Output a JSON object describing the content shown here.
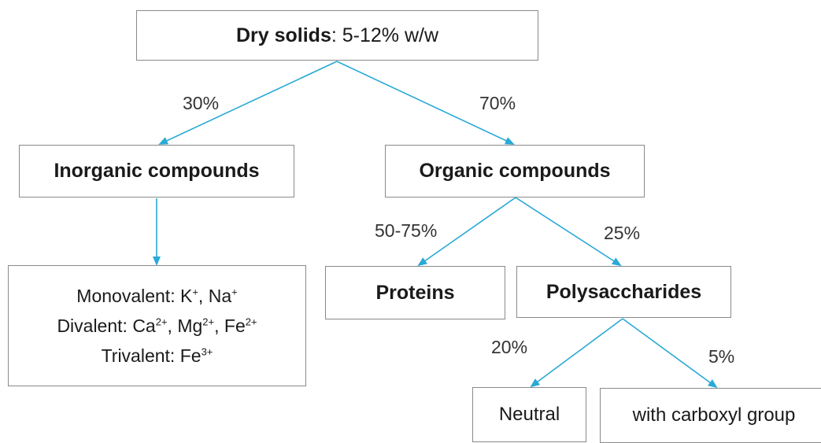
{
  "root": {
    "title_bold": "Dry solids",
    "title_rest": ": 5-12% w/w"
  },
  "inorganic": {
    "label": "Inorganic compounds",
    "share": "30%"
  },
  "organic": {
    "label": "Organic compounds",
    "share": "70%"
  },
  "ions": {
    "monovalent": {
      "label": "Monovalent: ",
      "k": "K",
      "k_ch": "+",
      "sep": ", ",
      "na": "Na",
      "na_ch": "+"
    },
    "divalent": {
      "label": "Divalent: ",
      "ca": "Ca",
      "ca_ch": "2+",
      "sep1": ", ",
      "mg": "Mg",
      "mg_ch": "2+",
      "sep2": ", ",
      "fe": "Fe",
      "fe_ch": "2+"
    },
    "trivalent": {
      "label": "Trivalent: ",
      "fe": "Fe",
      "fe_ch": "3+"
    }
  },
  "proteins": {
    "label": "Proteins",
    "share": "50-75%"
  },
  "polysaccharides": {
    "label": "Polysaccharides",
    "share": "25%"
  },
  "neutral": {
    "label": "Neutral",
    "share": "20%"
  },
  "carboxyl": {
    "label": "with carboxyl group",
    "share": "5%"
  },
  "colors": {
    "arrow": "#29a9d6",
    "box_border": "#8a8a8a"
  }
}
